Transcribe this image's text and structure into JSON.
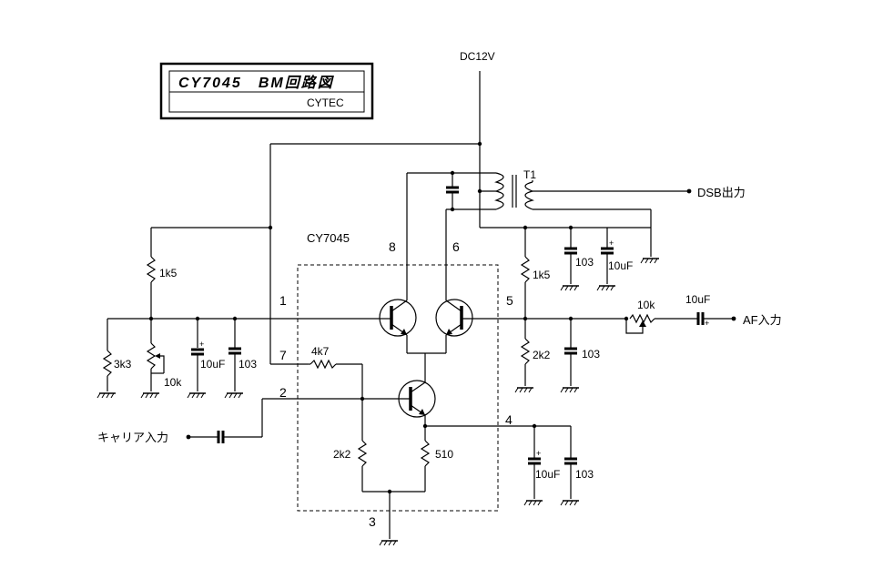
{
  "title_block": {
    "title": "CY7045　BM回路図",
    "company": "CYTEC"
  },
  "ic": {
    "name": "CY7045"
  },
  "labels": {
    "power": "DC12V",
    "transformer": "T1",
    "dsb_out": "DSB出力",
    "af_in": "AF入力",
    "carrier_in": "キャリア入力"
  },
  "pins": {
    "p1": "1",
    "p2": "2",
    "p3": "3",
    "p4": "4",
    "p5": "5",
    "p6": "6",
    "p7": "7",
    "p8": "8"
  },
  "components": {
    "r_1k5_left": "1k5",
    "r_3k3": "3k3",
    "vr_10k_left": "10k",
    "c_10uf_left": "10uF",
    "c_103_left": "103",
    "r_4k7": "4k7",
    "r_2k2_left": "2k2",
    "r_510": "510",
    "r_1k5_right": "1k5",
    "r_2k2_right": "2k2",
    "c_103_right": "103",
    "c_103_top": "103",
    "c_10uf_top": "10uF",
    "vr_10k_af": "10k",
    "c_10uf_af": "10uF",
    "c_10uf_bottom": "10uF",
    "c_103_bottom": "103"
  }
}
